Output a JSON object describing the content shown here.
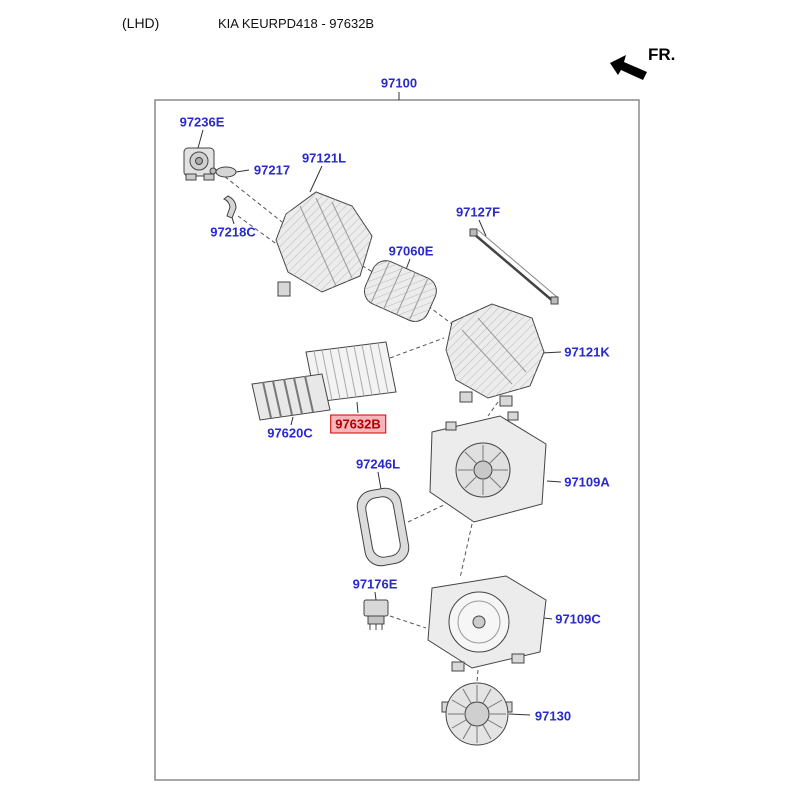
{
  "header": {
    "lhd": "(LHD)",
    "title": "KIA KEURPD418 - 97632B",
    "fr": "FR."
  },
  "theme": {
    "label_color": "#2929cc",
    "highlight_bg": "#f7b6bc",
    "highlight_border": "#d40000",
    "highlight_text": "#b00000"
  },
  "diagram": {
    "assembly_label": "97100",
    "parts": [
      {
        "label": "97236E",
        "highlighted": false
      },
      {
        "label": "97217",
        "highlighted": false
      },
      {
        "label": "97121L",
        "highlighted": false
      },
      {
        "label": "97218C",
        "highlighted": false
      },
      {
        "label": "97060E",
        "highlighted": false
      },
      {
        "label": "97127F",
        "highlighted": false
      },
      {
        "label": "97121K",
        "highlighted": false
      },
      {
        "label": "97620C",
        "highlighted": false
      },
      {
        "label": "97632B",
        "highlighted": true
      },
      {
        "label": "97246L",
        "highlighted": false
      },
      {
        "label": "97109A",
        "highlighted": false
      },
      {
        "label": "97176E",
        "highlighted": false
      },
      {
        "label": "97109C",
        "highlighted": false
      },
      {
        "label": "97130",
        "highlighted": false
      }
    ]
  }
}
